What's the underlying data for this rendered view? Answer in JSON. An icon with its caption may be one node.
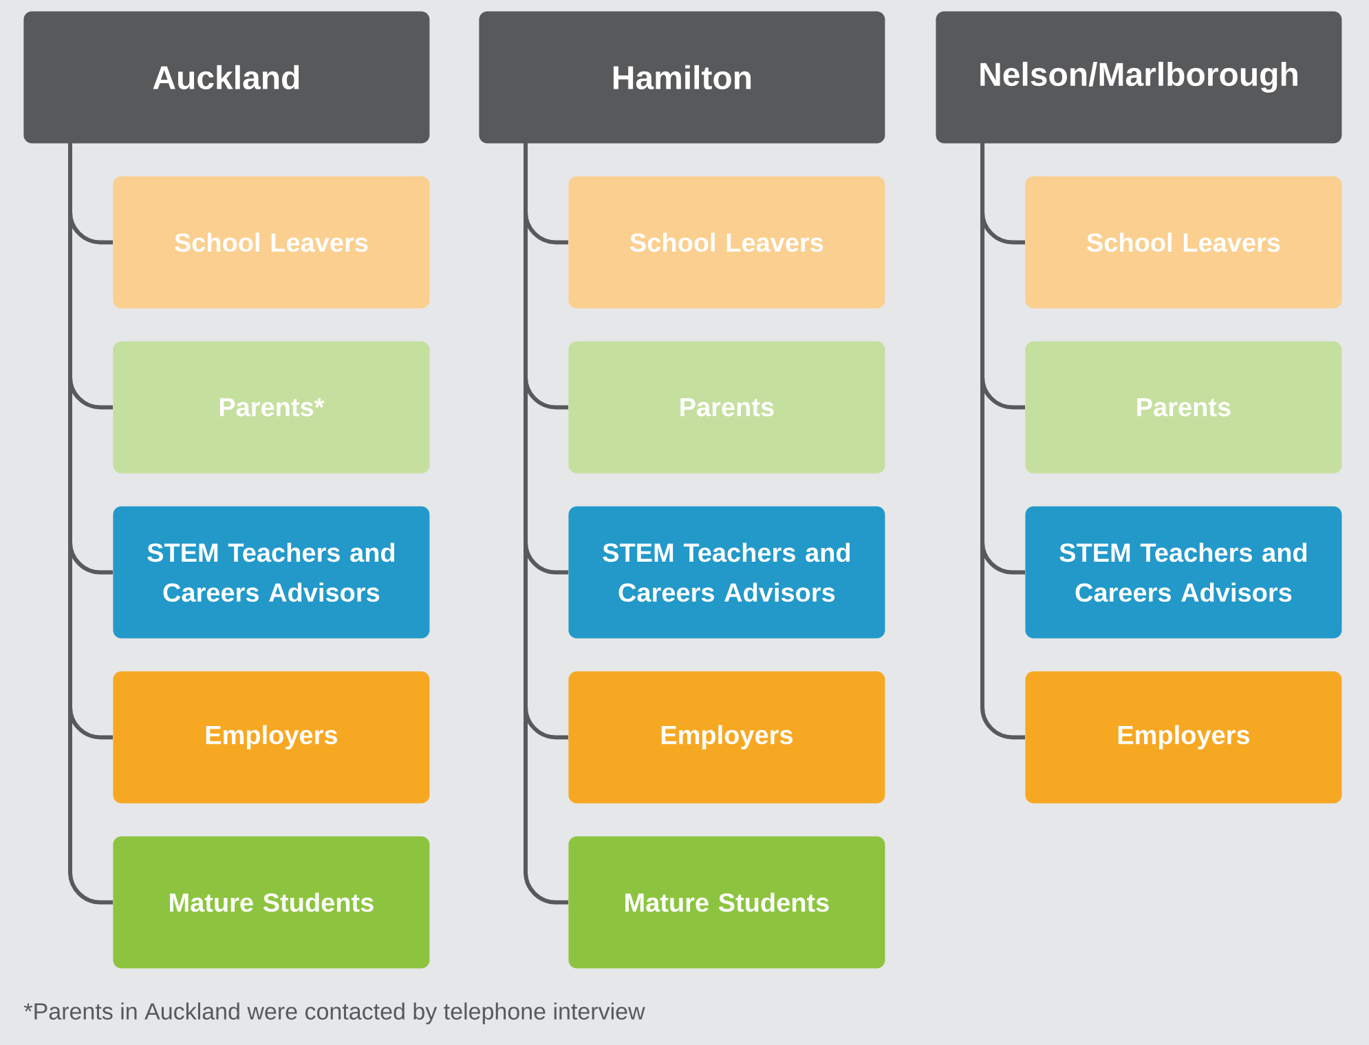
{
  "diagram": {
    "nodes": [
      {
        "text": [
          "Auckland"
        ]
      },
      {
        "text": [
          "School Leavers"
        ]
      },
      {
        "text": [
          "Parents*"
        ]
      },
      {
        "text": [
          "STEM Teachers and Careers Advisors"
        ]
      },
      {
        "text": [
          "Employers"
        ]
      },
      {
        "text": [
          "Mature Students"
        ]
      },
      {
        "text": [
          "Hamilton"
        ]
      },
      {
        "text": [
          "School Leavers"
        ]
      },
      {
        "text": [
          "Parents"
        ]
      },
      {
        "text": [
          "STEM Teachers and Careers Advisors"
        ]
      },
      {
        "text": [
          "Employers"
        ]
      },
      {
        "text": [
          "Mature Students"
        ]
      },
      {
        "text": [
          "Nelson/Marlborough"
        ]
      },
      {
        "text": [
          "School Leavers"
        ]
      },
      {
        "text": [
          "Parents"
        ]
      },
      {
        "text": [
          "STEM Teachers and Careers Advisors"
        ]
      },
      {
        "text": [
          "Employers"
        ]
      }
    ],
    "edges": [
      {
        "from": 0,
        "to": 1,
        "arrow": "none"
      },
      {
        "from": 0,
        "to": 2,
        "arrow": "none"
      },
      {
        "from": 0,
        "to": 3,
        "arrow": "none"
      },
      {
        "from": 0,
        "to": 4,
        "arrow": "none"
      },
      {
        "from": 0,
        "to": 5,
        "arrow": "none"
      },
      {
        "from": 6,
        "to": 7,
        "arrow": "none"
      },
      {
        "from": 6,
        "to": 8,
        "arrow": "none"
      },
      {
        "from": 6,
        "to": 9,
        "arrow": "none"
      },
      {
        "from": 6,
        "to": 10,
        "arrow": "none"
      },
      {
        "from": 6,
        "to": 11,
        "arrow": "none"
      },
      {
        "from": 12,
        "to": 13,
        "arrow": "none"
      },
      {
        "from": 12,
        "to": 14,
        "arrow": "none"
      },
      {
        "from": 12,
        "to": 15,
        "arrow": "none"
      },
      {
        "from": 12,
        "to": 16,
        "arrow": "none"
      }
    ],
    "labels": [
      "*Parents in Auckland were contacted by telephone interview"
    ]
  }
}
